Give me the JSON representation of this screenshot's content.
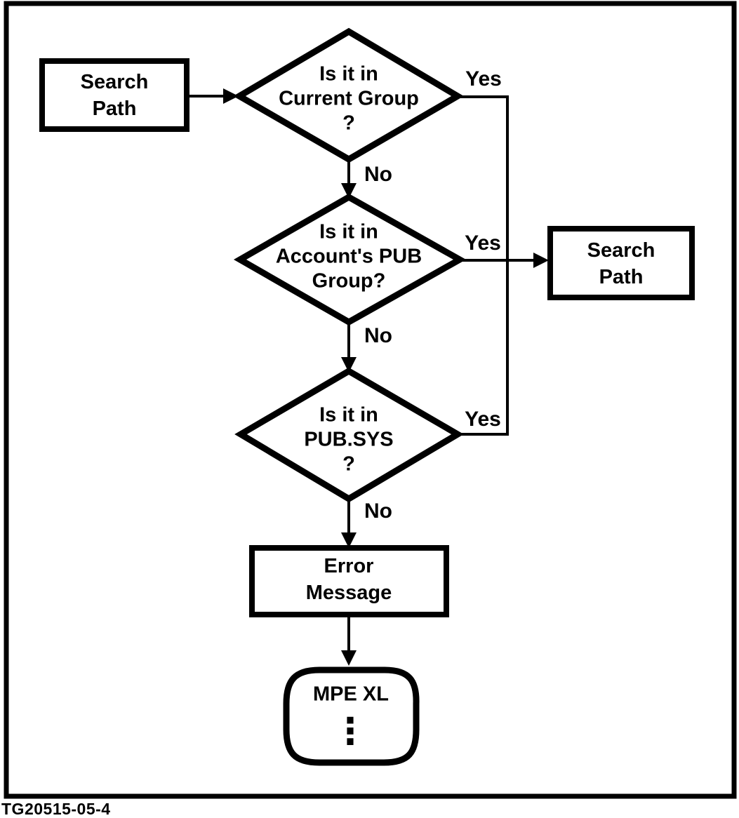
{
  "figure": {
    "type": "flowchart",
    "caption": "TG20515-05-4",
    "ink_color": "#000000",
    "background_color": "#ffffff"
  },
  "nodes": {
    "start_box": {
      "line1": "Search",
      "line2": "Path"
    },
    "decision_current_group": {
      "line1": "Is it in",
      "line2": "Current Group",
      "line3": "?"
    },
    "decision_account_pub": {
      "line1": "Is it in",
      "line2": "Account's PUB",
      "line3": "Group?"
    },
    "decision_pub_sys": {
      "line1": "Is it in",
      "line2": "PUB.SYS",
      "line3": "?"
    },
    "result_box": {
      "line1": "Search",
      "line2": "Path"
    },
    "error_box": {
      "line1": "Error",
      "line2": "Message"
    },
    "terminator": {
      "label": "MPE XL",
      "ellipsis": "⋮"
    }
  },
  "edge_labels": {
    "decision1_yes": "Yes",
    "decision1_no": "No",
    "decision2_yes": "Yes",
    "decision2_no": "No",
    "decision3_yes": "Yes",
    "decision3_no": "No"
  }
}
